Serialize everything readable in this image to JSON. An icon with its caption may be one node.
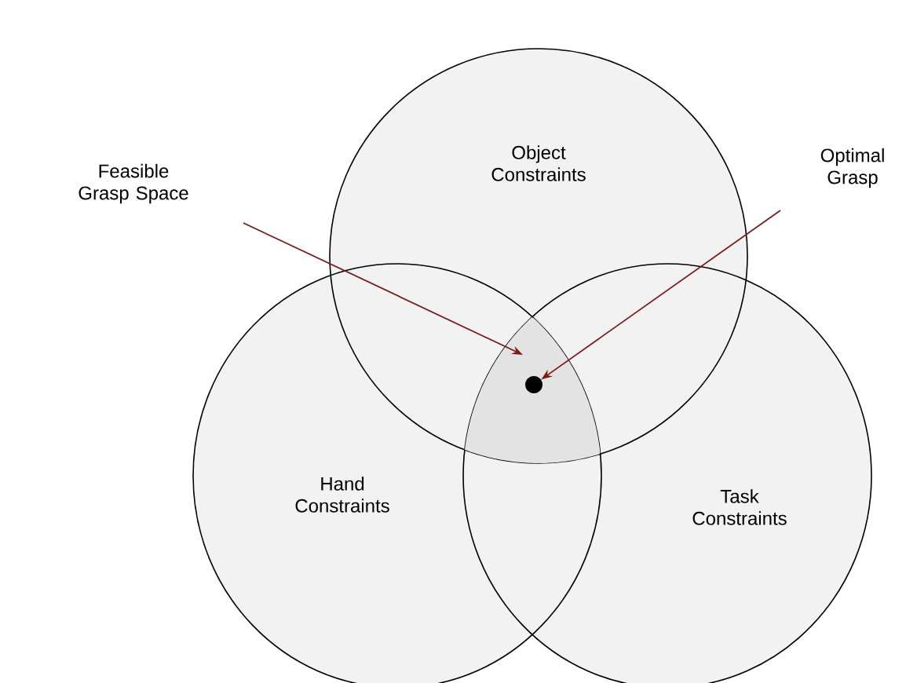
{
  "diagram": {
    "nodes": [
      {
        "text": [
          "Object Constraints"
        ]
      },
      {
        "text": [
          "Hand Constraints"
        ]
      },
      {
        "text": [
          "Task Constraints"
        ]
      },
      {
        "text": [
          "Feasible Grasp Space"
        ]
      },
      {
        "text": [
          "Optimal Grasp"
        ]
      },
      {
        "text": [],
        "shape": "region"
      },
      {
        "text": [],
        "shape": "circle",
        "in": 5
      }
    ],
    "edges": [
      {
        "from": 3,
        "to": 5,
        "arrow": "to"
      },
      {
        "from": 4,
        "to": 6,
        "arrow": "to"
      }
    ]
  }
}
